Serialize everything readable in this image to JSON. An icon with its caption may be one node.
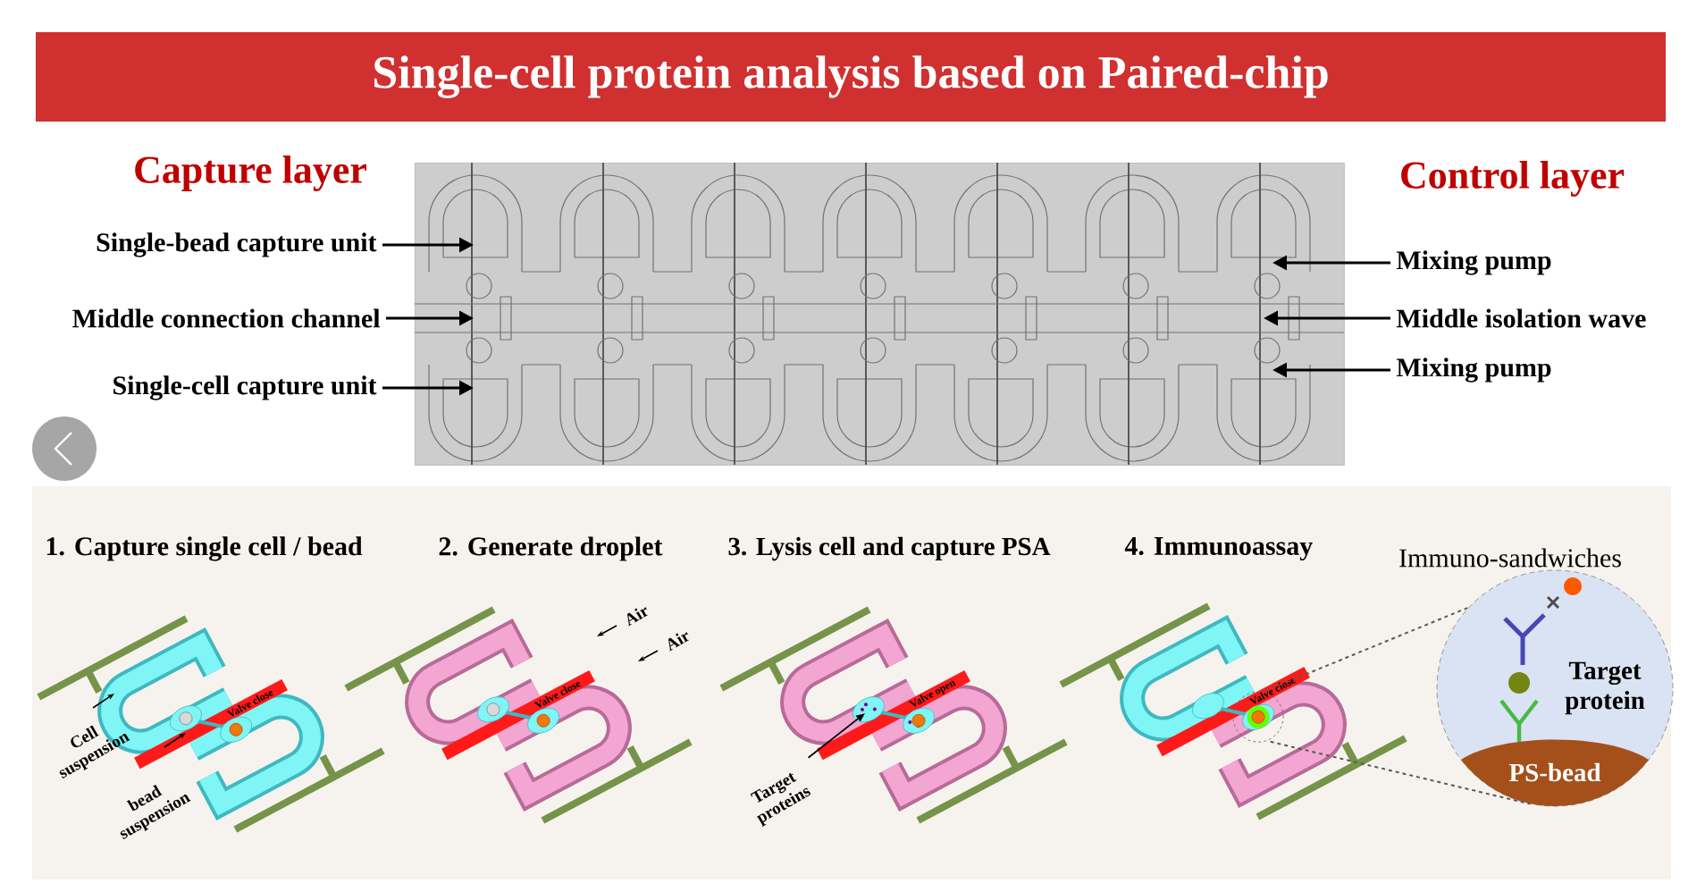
{
  "diagram": {
    "title": "Single-cell protein analysis based on Paired-chip",
    "nodes": [
      {
        "text": [],
        "shape": "picture"
      },
      {
        "text": [
          "Single-bead capture unit"
        ]
      },
      {
        "text": [
          "Middle connection channel"
        ]
      },
      {
        "text": [
          "Single-cell capture unit"
        ]
      },
      {
        "text": [
          "Mixing pump"
        ]
      },
      {
        "text": [
          "Middle isolation wave"
        ]
      },
      {
        "text": [
          "Mixing pump"
        ]
      },
      {
        "text": [
          "Target proteins"
        ]
      },
      {
        "text": [],
        "shape": "circle"
      },
      {
        "text": [
          "Target protein"
        ]
      },
      {
        "text": [
          "PS-bead"
        ],
        "in": 9
      }
    ],
    "edges": [
      {
        "from": 1,
        "to": 0,
        "arrow": "to"
      },
      {
        "from": 2,
        "to": 0,
        "arrow": "to"
      },
      {
        "from": 3,
        "to": 0,
        "arrow": "to"
      },
      {
        "from": 4,
        "to": 0,
        "arrow": "to"
      },
      {
        "from": 5,
        "to": 0,
        "arrow": "to"
      },
      {
        "from": 6,
        "to": 0,
        "arrow": "to"
      },
      {
        "from": 7,
        "to": null,
        "arrow": "to"
      },
      {
        "from": 8,
        "to": 9,
        "arrow": "none",
        "style": "dashed",
        "color": "#595959"
      },
      {
        "from": 8,
        "to": 9,
        "arrow": "none",
        "style": "dashed",
        "color": "#595959"
      }
    ],
    "labels": [
      "Capture layer",
      "Control layer",
      "1. Capture single cell / bead",
      "2. Generate droplet",
      "3. Lysis cell and capture PSA",
      "4. Immunoassay",
      "Immuno-sandwiches",
      "Cell suspension",
      "bead suspension",
      "Valve close",
      "Air",
      "Air",
      "Valve close",
      "Valve open",
      "Valve close"
    ]
  }
}
